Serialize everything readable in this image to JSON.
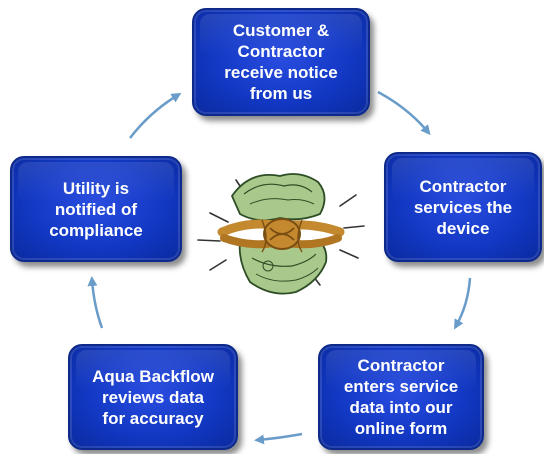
{
  "cycle": {
    "steps": [
      {
        "text": "Customer &\nContractor\nreceive notice\nfrom us"
      },
      {
        "text": "Contractor\nservices the\ndevice"
      },
      {
        "text": "Contractor\nenters service\ndata into our\nonline form"
      },
      {
        "text": "Aqua Backflow\nreviews data\nfor accuracy"
      },
      {
        "text": "Utility is\nnotified of\ncompliance"
      }
    ]
  },
  "colors": {
    "box_fill": "#1238c4",
    "box_border": "#0d2a8a",
    "arrow": "#6a9cc9",
    "text": "#ffffff"
  },
  "center_image": {
    "icon": "tied-money-clipart-icon"
  }
}
